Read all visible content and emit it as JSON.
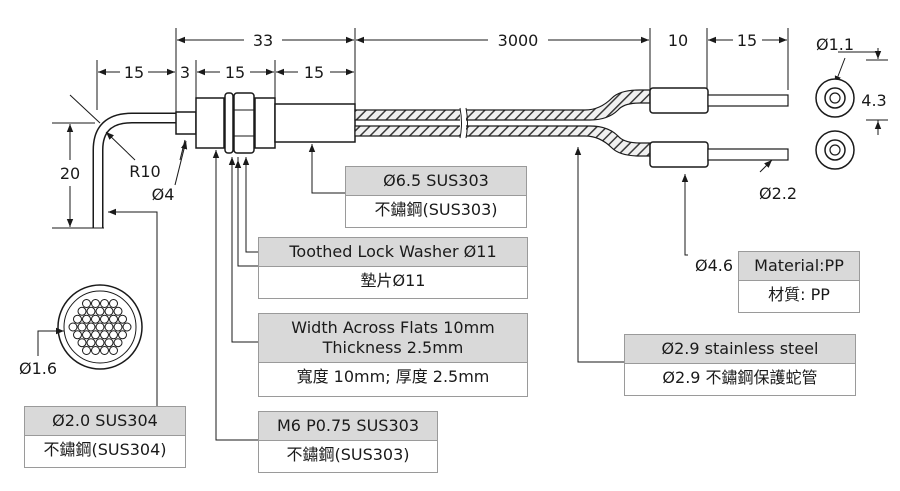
{
  "dimensions": {
    "d33": "33",
    "d3000": "3000",
    "d10": "10",
    "d15_right": "15",
    "dia11": "Ø1.1",
    "d15_left": "15",
    "d3": "3",
    "d15_a": "15",
    "d15_b": "15",
    "d43": "4.3",
    "d20": "20",
    "r10": "R10",
    "dia4": "Ø4",
    "dia22": "Ø2.2",
    "dia16": "Ø1.6",
    "dia46": "Ø4.6"
  },
  "callouts": {
    "tube": {
      "title": "Ø6.5   SUS303",
      "body": "不鏽鋼(SUS303)"
    },
    "washer": {
      "title": "Toothed Lock Washer Ø11",
      "body": "墊片Ø11"
    },
    "nut": {
      "title": "Width Across Flats 10mm\nThickness 2.5mm",
      "body": "寬度 10mm; 厚度 2.5mm"
    },
    "probe": {
      "title": "Ø2.0   SUS304",
      "body": "不鏽鋼(SUS304)"
    },
    "thread": {
      "title": "M6 P0.75 SUS303",
      "body": "不鏽鋼(SUS303)"
    },
    "material": {
      "label": "Material:PP",
      "body": "材質: PP"
    },
    "hose": {
      "title": "Ø2.9 stainless steel",
      "body": "Ø2.9 不鏽鋼保護蛇管"
    }
  },
  "colors": {
    "header": "#d9d9d9",
    "border": "#9a9a9a",
    "line": "#1a1a1a",
    "hatch": "#3a3a3a"
  }
}
